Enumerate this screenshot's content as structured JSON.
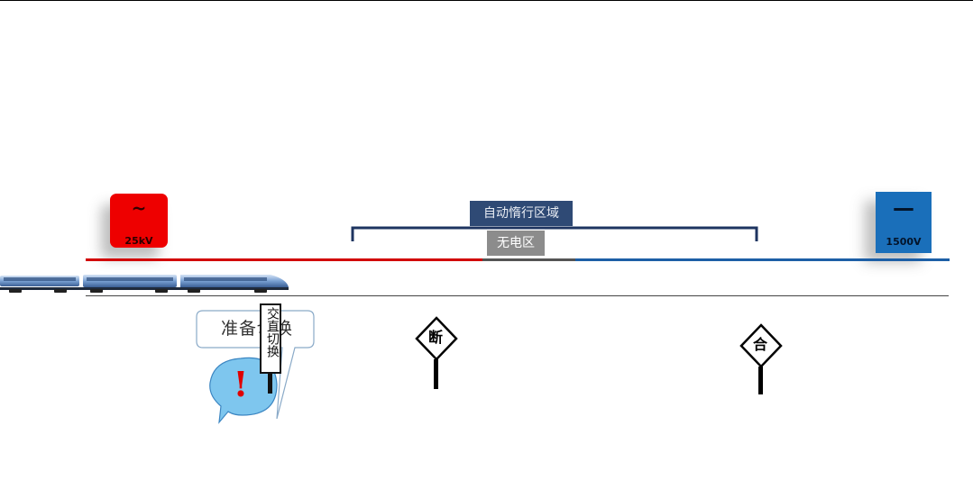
{
  "ac_supply": {
    "symbol": "~",
    "voltage": "25kV",
    "color": "#ee0000"
  },
  "dc_supply": {
    "symbol": "—",
    "voltage": "1500V",
    "color": "#1a6fba"
  },
  "zone": {
    "coasting_label": "自动惰行区域",
    "neutral_label": "无电区"
  },
  "catenary": {
    "ac_color": "#d20000",
    "neutral_color": "#555555",
    "dc_color": "#1d5fa6"
  },
  "callout": {
    "text": "准备切换",
    "alert": "!"
  },
  "switch_label": "交直切换",
  "signs": {
    "break_label": "断",
    "close_label": "合"
  }
}
